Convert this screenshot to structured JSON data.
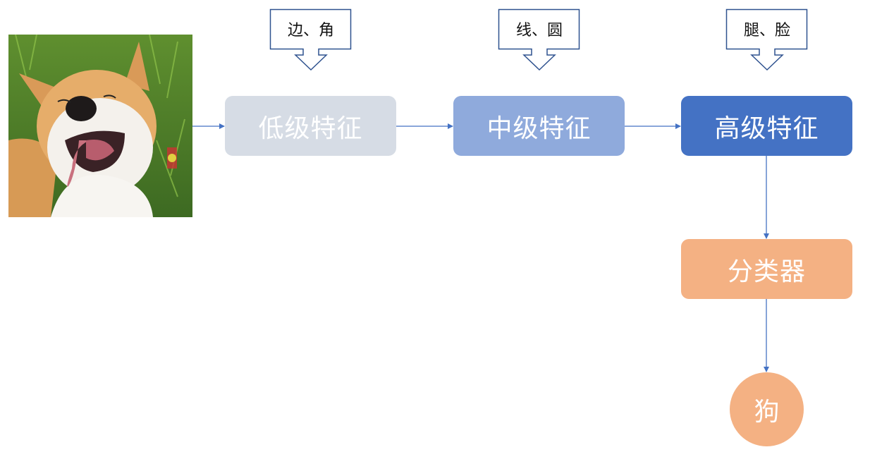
{
  "input_image": {
    "alt": "smiling akita dog lying in grass",
    "icon": "dog-photo"
  },
  "callouts": [
    {
      "label": "边、角"
    },
    {
      "label": "线、圆"
    },
    {
      "label": "腿、脸"
    }
  ],
  "nodes": {
    "low": {
      "label": "低级特征",
      "color": "#D6DCE5"
    },
    "mid": {
      "label": "中级特征",
      "color": "#8FAADC"
    },
    "high": {
      "label": "高级特征",
      "color": "#4472C4"
    },
    "classifier": {
      "label": "分类器",
      "color": "#F4B183"
    }
  },
  "output": {
    "label": "狗",
    "color": "#F4B183"
  },
  "colors": {
    "arrow": "#4472C4",
    "callout_border": "#2F528F"
  }
}
